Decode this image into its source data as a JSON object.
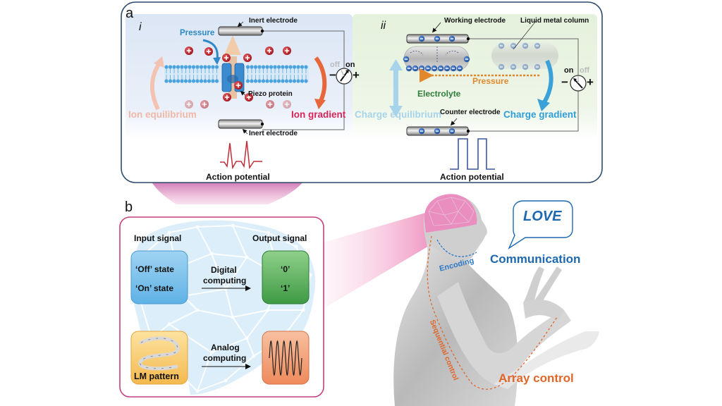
{
  "panel_a": {
    "label": "a",
    "sub_i": {
      "label": "i",
      "top_electrode": "Inert electrode",
      "bottom_electrode": "Inert electrode",
      "pressure": "Pressure",
      "protein": "Piezo protein",
      "left_state": "Ion equilibrium",
      "right_state": "Ion gradient",
      "switch_off": "off",
      "switch_on": "on",
      "switch_state": "on",
      "minus": "−",
      "plus": "+",
      "signal_caption": "Action potential"
    },
    "sub_ii": {
      "label": "ii",
      "working_electrode": "Working electrode",
      "lm_column": "Liquid metal column",
      "pressure": "Pressure",
      "electrolyte": "Electrolyte",
      "left_state": "Charge equilibrium",
      "right_state": "Charge gradient",
      "counter_electrode": "Counter electrode",
      "switch_on": "on",
      "switch_off": "off",
      "switch_state": "on",
      "minus": "−",
      "plus": "+",
      "signal_caption": "Action potential"
    }
  },
  "panel_b": {
    "label": "b",
    "input_header": "Input signal",
    "output_header": "Output signal",
    "digital": {
      "in_line1": "‘Off’ state",
      "in_line2": "‘On’ state",
      "arrow_line1": "Digital",
      "arrow_line2": "computing",
      "out_line1": "‘0’",
      "out_line2": "‘1’"
    },
    "analog": {
      "in_label": "LM pattern",
      "arrow_line1": "Analog",
      "arrow_line2": "computing"
    }
  },
  "human": {
    "speech_word": "LOVE",
    "communication": "Communication",
    "encoding": "Encoding",
    "sequential": "Sequential control",
    "array": "Array control"
  },
  "colors": {
    "panel_border": "#2d4a6e",
    "panel_b_border": "#c2407f",
    "ion_gradient": "#d8245a",
    "ion_equilibrium": "#f0b7a8",
    "pressure_blue": "#2f88c8",
    "pressure_orange": "#e2882a",
    "electrolyte": "#2e7d3a",
    "charge_gradient": "#2f9ed6",
    "charge_equilibrium": "#a7d4ea",
    "pulse_red": "#c0303a",
    "pulse_blue": "#3a56a0",
    "comm_blue": "#1e68b0",
    "control_orange": "#e0662a",
    "pink": "#e77ab0"
  }
}
